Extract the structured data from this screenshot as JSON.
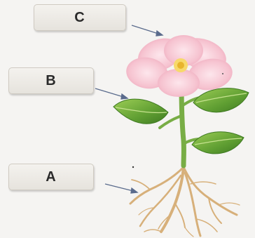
{
  "labels": {
    "c": "C",
    "b": "B",
    "a": "A"
  },
  "colors": {
    "background": "#f5f4f2",
    "petal": "#f3b7c7",
    "petal_light": "#fbd9e2",
    "flower_center": "#f2c740",
    "stem": "#7fb34a",
    "leaf_dark": "#4f8f2b",
    "leaf_light": "#8cc24c",
    "root": "#d8b27a",
    "arrow": "#5a6b8c"
  }
}
